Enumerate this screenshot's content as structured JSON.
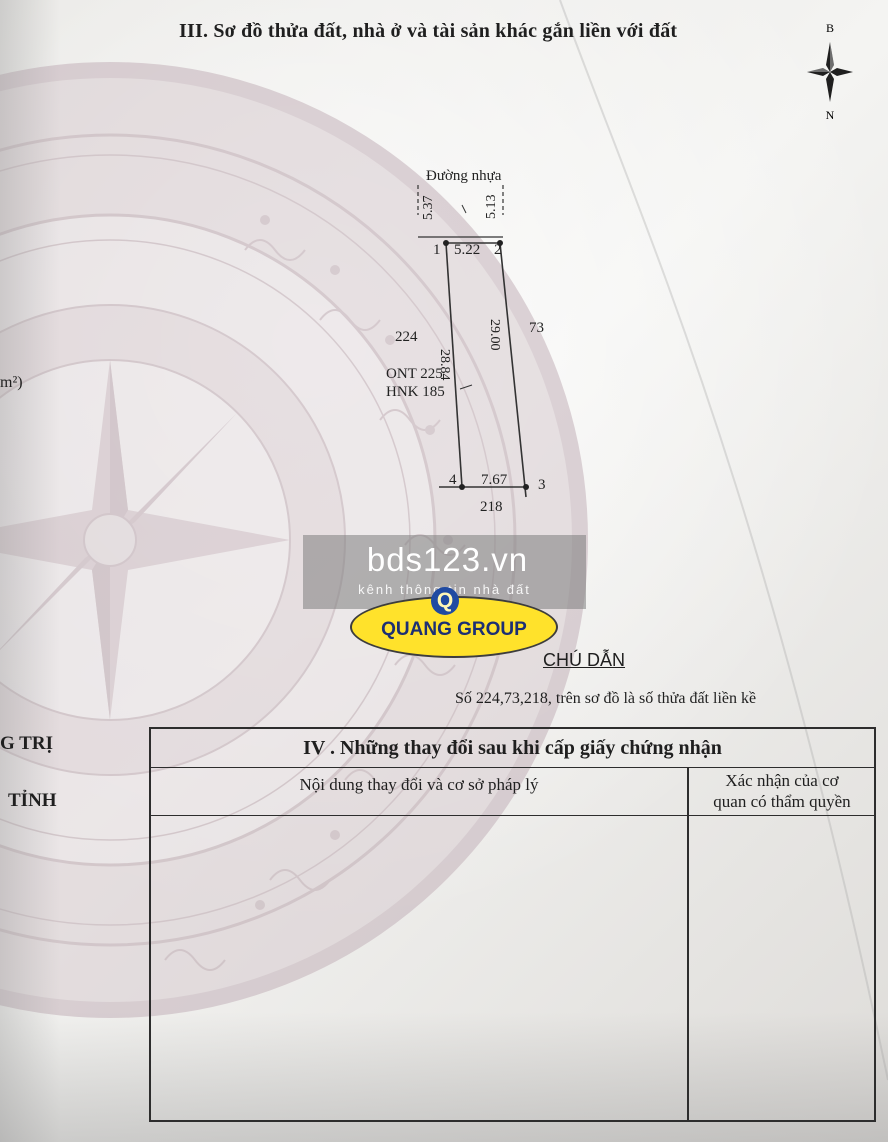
{
  "document": {
    "section3_title": "III. Sơ đồ thửa đất, nhà ở và tài sản khác gắn liền với đất",
    "left_margin": {
      "unit_fragment": "m²)",
      "place_fragment_1": "G TRỊ",
      "place_fragment_2": "TỈNH"
    }
  },
  "compass": {
    "top_letter": "B",
    "bottom_letter": "N"
  },
  "diagram": {
    "road_label": "Đường nhựa",
    "road_dim_left": "5.37",
    "road_dim_right": "5.13",
    "top_edge": "5.22",
    "left_edge": "28.84",
    "right_edge": "29.00",
    "bottom_edge": "7.67",
    "point_1": "1",
    "point_2": "2",
    "point_3": "3",
    "point_4": "4",
    "neighbor_left": "224",
    "neighbor_right": "73",
    "neighbor_bottom": "218",
    "land_use_1": "ONT 225",
    "land_use_2": "HNK 185"
  },
  "legend": {
    "title": "CHÚ DẪN",
    "text": "Số 224,73,218,  trên sơ đồ là số thửa đất liền kề"
  },
  "section4": {
    "title": "IV . Những thay đổi sau khi cấp giấy chứng nhận",
    "col1": "Nội dung thay đổi và cơ sở pháp lý",
    "col2_line1": "Xác nhận của cơ",
    "col2_line2": "quan có thẩm quyền"
  },
  "watermark": {
    "main": "bds123.vn",
    "sub": "kênh thông tin nhà đất",
    "logo_text": "QUANG GROUP",
    "logo_letter": "Q"
  },
  "colors": {
    "seal": "#c7b6bc",
    "seal_dark": "#b7a3ab",
    "ink": "#1f1f1f",
    "logo_yellow": "#ffe22b",
    "logo_blue": "#1c2f74"
  }
}
